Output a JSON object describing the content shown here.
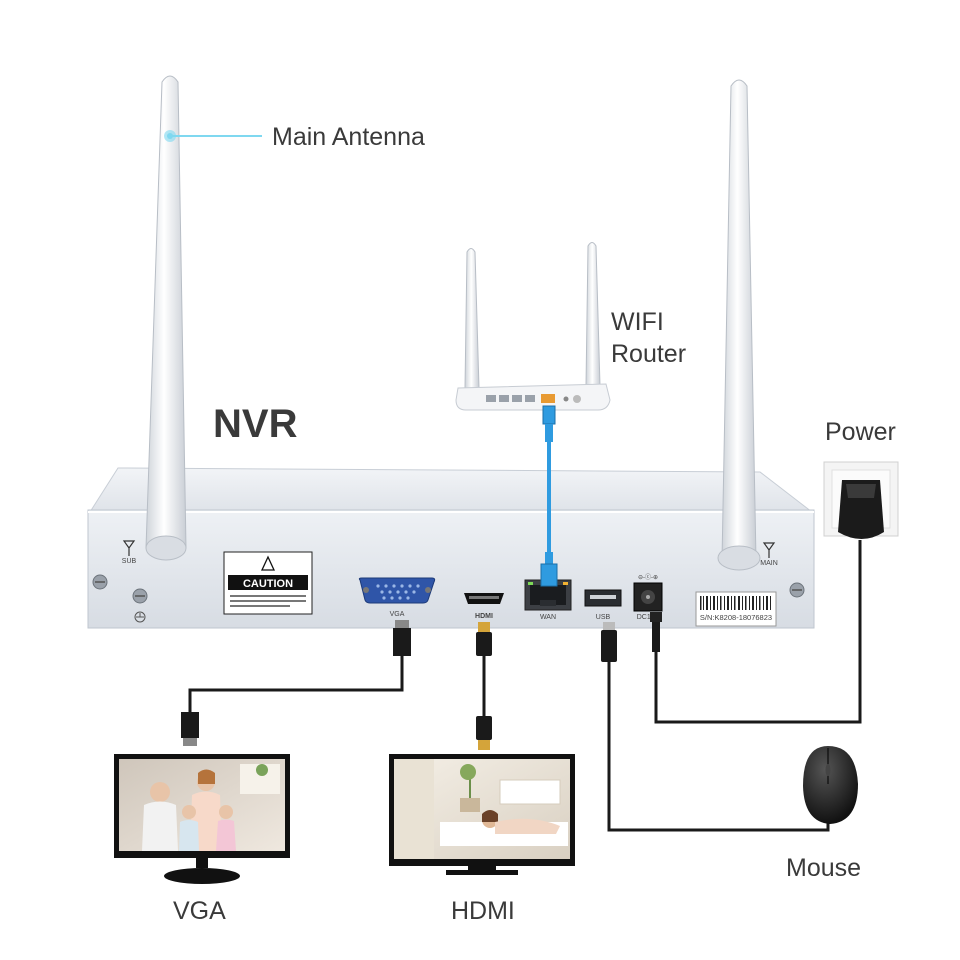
{
  "labels": {
    "main_antenna": "Main Antenna",
    "wifi_router_line1": "WIFI",
    "wifi_router_line2": "Router",
    "nvr": "NVR",
    "power": "Power",
    "mouse": "Mouse",
    "vga_monitor": "VGA",
    "hdmi_monitor": "HDMI"
  },
  "nvr_panel": {
    "sub_label": "SUB",
    "main_label": "MAIN",
    "caution": "CAUTION",
    "vga_port": "VGA",
    "hdmi_port": "HDMI",
    "wan_port": "WAN",
    "usb_port": "USB",
    "dc_port": "DC12V",
    "serial_number": "S/N:K8208-18076823"
  },
  "colors": {
    "label_text": "#3a3a3a",
    "antenna_callout": "#7fd8f0",
    "ethernet_cable": "#2f9be0",
    "chassis": "#e4e8ee",
    "cable_black": "#1a1a1a"
  }
}
